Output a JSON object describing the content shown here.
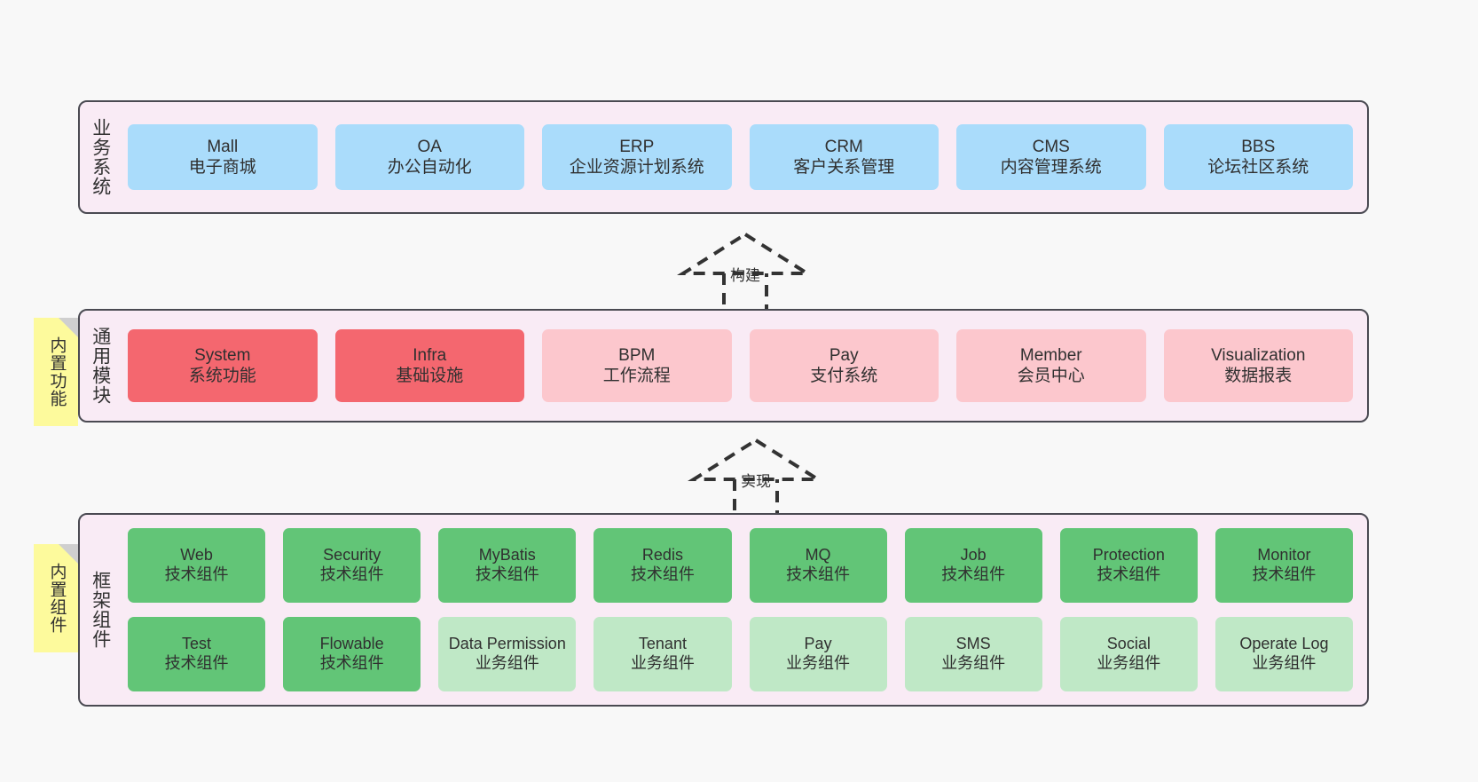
{
  "diagram": {
    "background_color": "#f8f8f8",
    "panel_color": "#f9ebf5",
    "panel_border_color": "#4a4a52"
  },
  "layers": [
    {
      "id": "business",
      "title": "业务系统",
      "rows": [
        {
          "boxes": [
            {
              "en": "Mall",
              "cn": "电子商城",
              "color": "#aadcfb"
            },
            {
              "en": "OA",
              "cn": "办公自动化",
              "color": "#aadcfb"
            },
            {
              "en": "ERP",
              "cn": "企业资源计划系统",
              "color": "#aadcfb"
            },
            {
              "en": "CRM",
              "cn": "客户关系管理",
              "color": "#aadcfb"
            },
            {
              "en": "CMS",
              "cn": "内容管理系统",
              "color": "#aadcfb"
            },
            {
              "en": "BBS",
              "cn": "论坛社区系统",
              "color": "#aadcfb"
            }
          ]
        }
      ]
    },
    {
      "id": "common",
      "title": "通用模块",
      "sticky": "内置功能",
      "rows": [
        {
          "boxes": [
            {
              "en": "System",
              "cn": "系统功能",
              "color": "#f4676f"
            },
            {
              "en": "Infra",
              "cn": "基础设施",
              "color": "#f4676f"
            },
            {
              "en": "BPM",
              "cn": "工作流程",
              "color": "#fcc7cd"
            },
            {
              "en": "Pay",
              "cn": "支付系统",
              "color": "#fcc7cd"
            },
            {
              "en": "Member",
              "cn": "会员中心",
              "color": "#fcc7cd"
            },
            {
              "en": "Visualization",
              "cn": "数据报表",
              "color": "#fcc7cd"
            }
          ]
        }
      ]
    },
    {
      "id": "framework",
      "title": "框架组件",
      "sticky": "内置组件",
      "rows": [
        {
          "boxes": [
            {
              "en": "Web",
              "cn": "技术组件",
              "color": "#62c577"
            },
            {
              "en": "Security",
              "cn": "技术组件",
              "color": "#62c577"
            },
            {
              "en": "MyBatis",
              "cn": "技术组件",
              "color": "#62c577"
            },
            {
              "en": "Redis",
              "cn": "技术组件",
              "color": "#62c577"
            },
            {
              "en": "MQ",
              "cn": "技术组件",
              "color": "#62c577"
            },
            {
              "en": "Job",
              "cn": "技术组件",
              "color": "#62c577"
            },
            {
              "en": "Protection",
              "cn": "技术组件",
              "color": "#62c577"
            },
            {
              "en": "Monitor",
              "cn": "技术组件",
              "color": "#62c577"
            }
          ]
        },
        {
          "boxes": [
            {
              "en": "Test",
              "cn": "技术组件",
              "color": "#62c577"
            },
            {
              "en": "Flowable",
              "cn": "技术组件",
              "color": "#62c577"
            },
            {
              "en": "Data Permission",
              "cn": "业务组件",
              "color": "#bfe8c6"
            },
            {
              "en": "Tenant",
              "cn": "业务组件",
              "color": "#bfe8c6"
            },
            {
              "en": "Pay",
              "cn": "业务组件",
              "color": "#bfe8c6"
            },
            {
              "en": "SMS",
              "cn": "业务组件",
              "color": "#bfe8c6"
            },
            {
              "en": "Social",
              "cn": "业务组件",
              "color": "#bfe8c6"
            },
            {
              "en": "Operate Log",
              "cn": "业务组件",
              "color": "#bfe8c6"
            }
          ]
        }
      ]
    }
  ],
  "connectors": [
    {
      "id": "build",
      "label": "构建"
    },
    {
      "id": "impl",
      "label": "实现"
    }
  ]
}
